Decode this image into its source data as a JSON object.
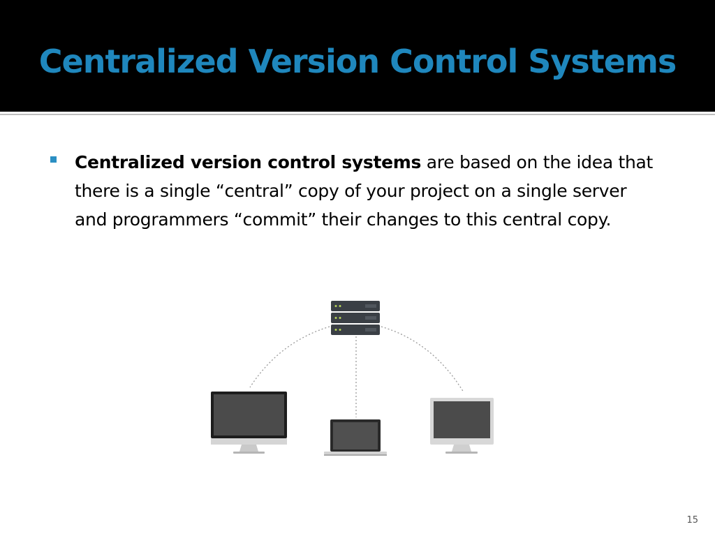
{
  "slide": {
    "title": "Centralized Version Control Systems",
    "bullet": {
      "bold_lead": "Centralized version control systems",
      "rest": " are based on the idea that there is a single “central” copy of your project on a single server and programmers “commit” their changes to this central copy."
    },
    "page_number": "15"
  },
  "diagram": {
    "icons": [
      "server-icon",
      "desktop-monitor-icon",
      "laptop-icon",
      "silver-monitor-icon"
    ]
  },
  "colors": {
    "title": "#1f87bd",
    "title_band": "#000000",
    "bullet_marker": "#2b8fc3"
  }
}
